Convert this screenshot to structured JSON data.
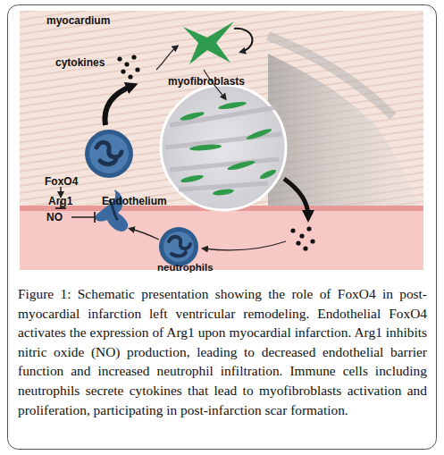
{
  "diagram": {
    "caption": "Figure 1: Schematic presentation showing the role of FoxO4 in post-myocardial infarction left ventricular remodeling. Endothelial FoxO4 activates the expression of Arg1 upon myocardial infarction. Arg1 inhibits nitric oxide (NO) production, leading to decreased endothelial barrier function and increased neutrophil infiltration. Immune cells including neutrophils secrete cytokines that lead to myofibroblasts activation and proliferation, participating in post-infarction scar formation.",
    "labels": [
      "myocardium",
      "cytokines",
      "myofibroblasts",
      "FoxO4",
      "Arg1",
      "NO",
      "Endothelium",
      "neutrophils"
    ]
  }
}
